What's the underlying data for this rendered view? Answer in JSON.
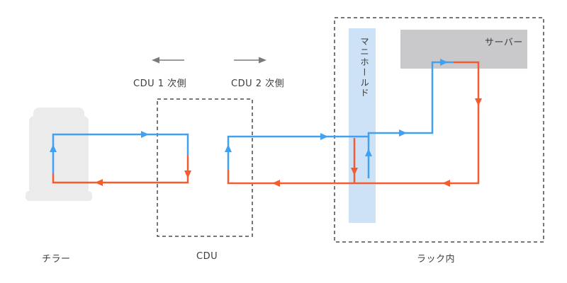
{
  "diagram": {
    "flow_labels": {
      "cdu_primary_side": "CDU 1 次側",
      "cdu_secondary_side": "CDU 2 次側"
    },
    "components": {
      "chiller": "チラー",
      "cdu": "CDU",
      "rack": "ラック内",
      "manifold": "マニホールド",
      "server": "サーバー"
    },
    "colors": {
      "supply_line": "#41a1f0",
      "return_line": "#f45b2e",
      "manifold_fill": "#cde2f7",
      "server_fill": "#c9c9cc",
      "chiller_fill": "#ebebeb",
      "direction_arrow": "#7a7a7a",
      "dashed_border": "#4a4a4a",
      "label_text": "#3c3c3c",
      "background": "#ffffff"
    }
  }
}
